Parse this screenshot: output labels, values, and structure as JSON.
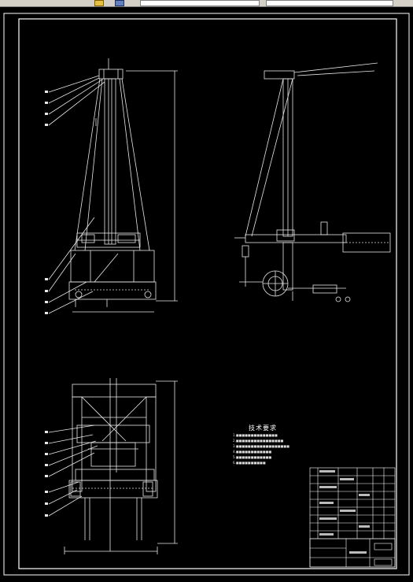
{
  "toolbar": {
    "icons": [
      "folder-icon",
      "save-icon",
      "text-field",
      "dropdown-field"
    ]
  },
  "drawing": {
    "frame_color": "#ffffff",
    "line_color": "#e8e8e8",
    "accent_color": "#ffffff"
  },
  "technical_notes": {
    "title": "技术要求",
    "lines": [
      "1.■■■■■■■■■■■■■■",
      "2.■■■■■■■■■■■■■■■■",
      "3.■■■■■■■■■■■■■■■■■■",
      "4.■■■■■■■■■■■■",
      "5.■■■■■■■■■■■■",
      "6.■■■■■■■■■■"
    ]
  }
}
